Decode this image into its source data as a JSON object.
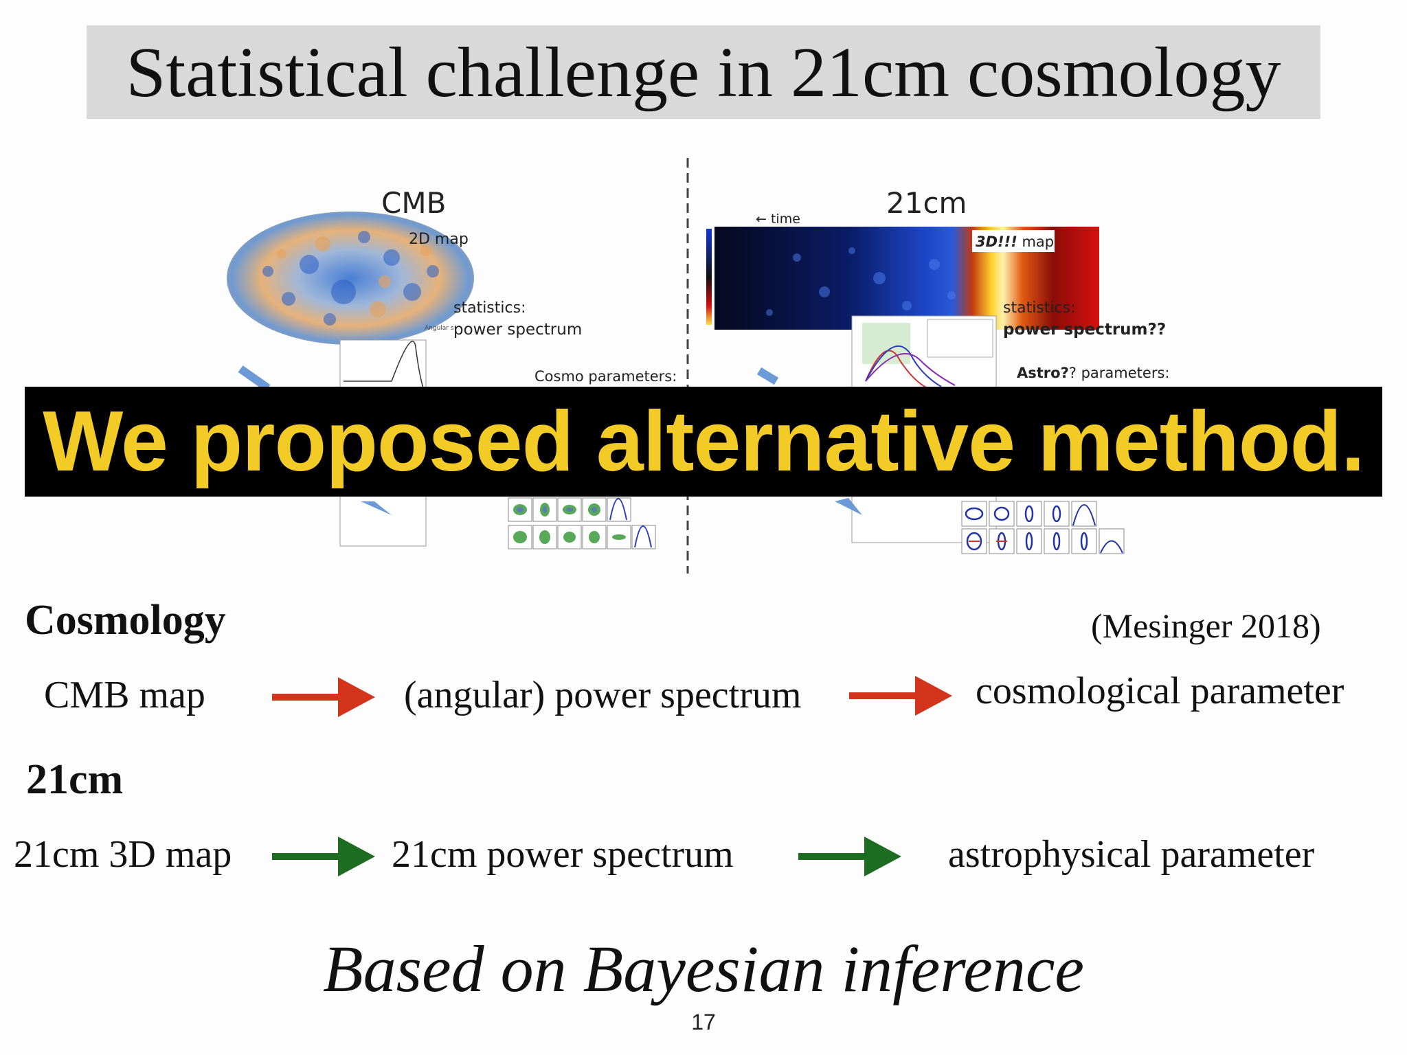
{
  "slide": {
    "title": "Statistical challenge in 21cm cosmology",
    "banner": "We proposed alternative method.",
    "citation": "(Mesinger 2018)",
    "footer_italic": "Based on Bayesian inference",
    "page_number": "17",
    "colors": {
      "title_bg": "#d9d9d9",
      "banner_bg": "#000000",
      "banner_text": "#f3cb27",
      "arrow_red": "#d2341c",
      "arrow_green": "#1e6b22"
    }
  },
  "figure": {
    "cmb": {
      "heading": "CMB",
      "map_label": "2D map",
      "stats_label": "statistics:",
      "stats_value": "power spectrum",
      "params_label": "Cosmo parameters:",
      "angular_label": "Angular s"
    },
    "t21": {
      "heading": "21cm",
      "time_label": "← time",
      "map_label_bold": "3D!!!",
      "map_label": "map",
      "stats_label": "statistics:",
      "stats_value": "power spectrum??",
      "params_label_bold": "Astro?",
      "params_label": "? parameters:"
    }
  },
  "flow": {
    "cosmology": {
      "heading": "Cosmology",
      "steps": [
        "CMB map",
        "(angular) power spectrum",
        "cosmological parameter"
      ]
    },
    "cm21": {
      "heading": "21cm",
      "steps": [
        "21cm 3D map",
        "21cm power spectrum",
        "astrophysical parameter"
      ]
    }
  }
}
